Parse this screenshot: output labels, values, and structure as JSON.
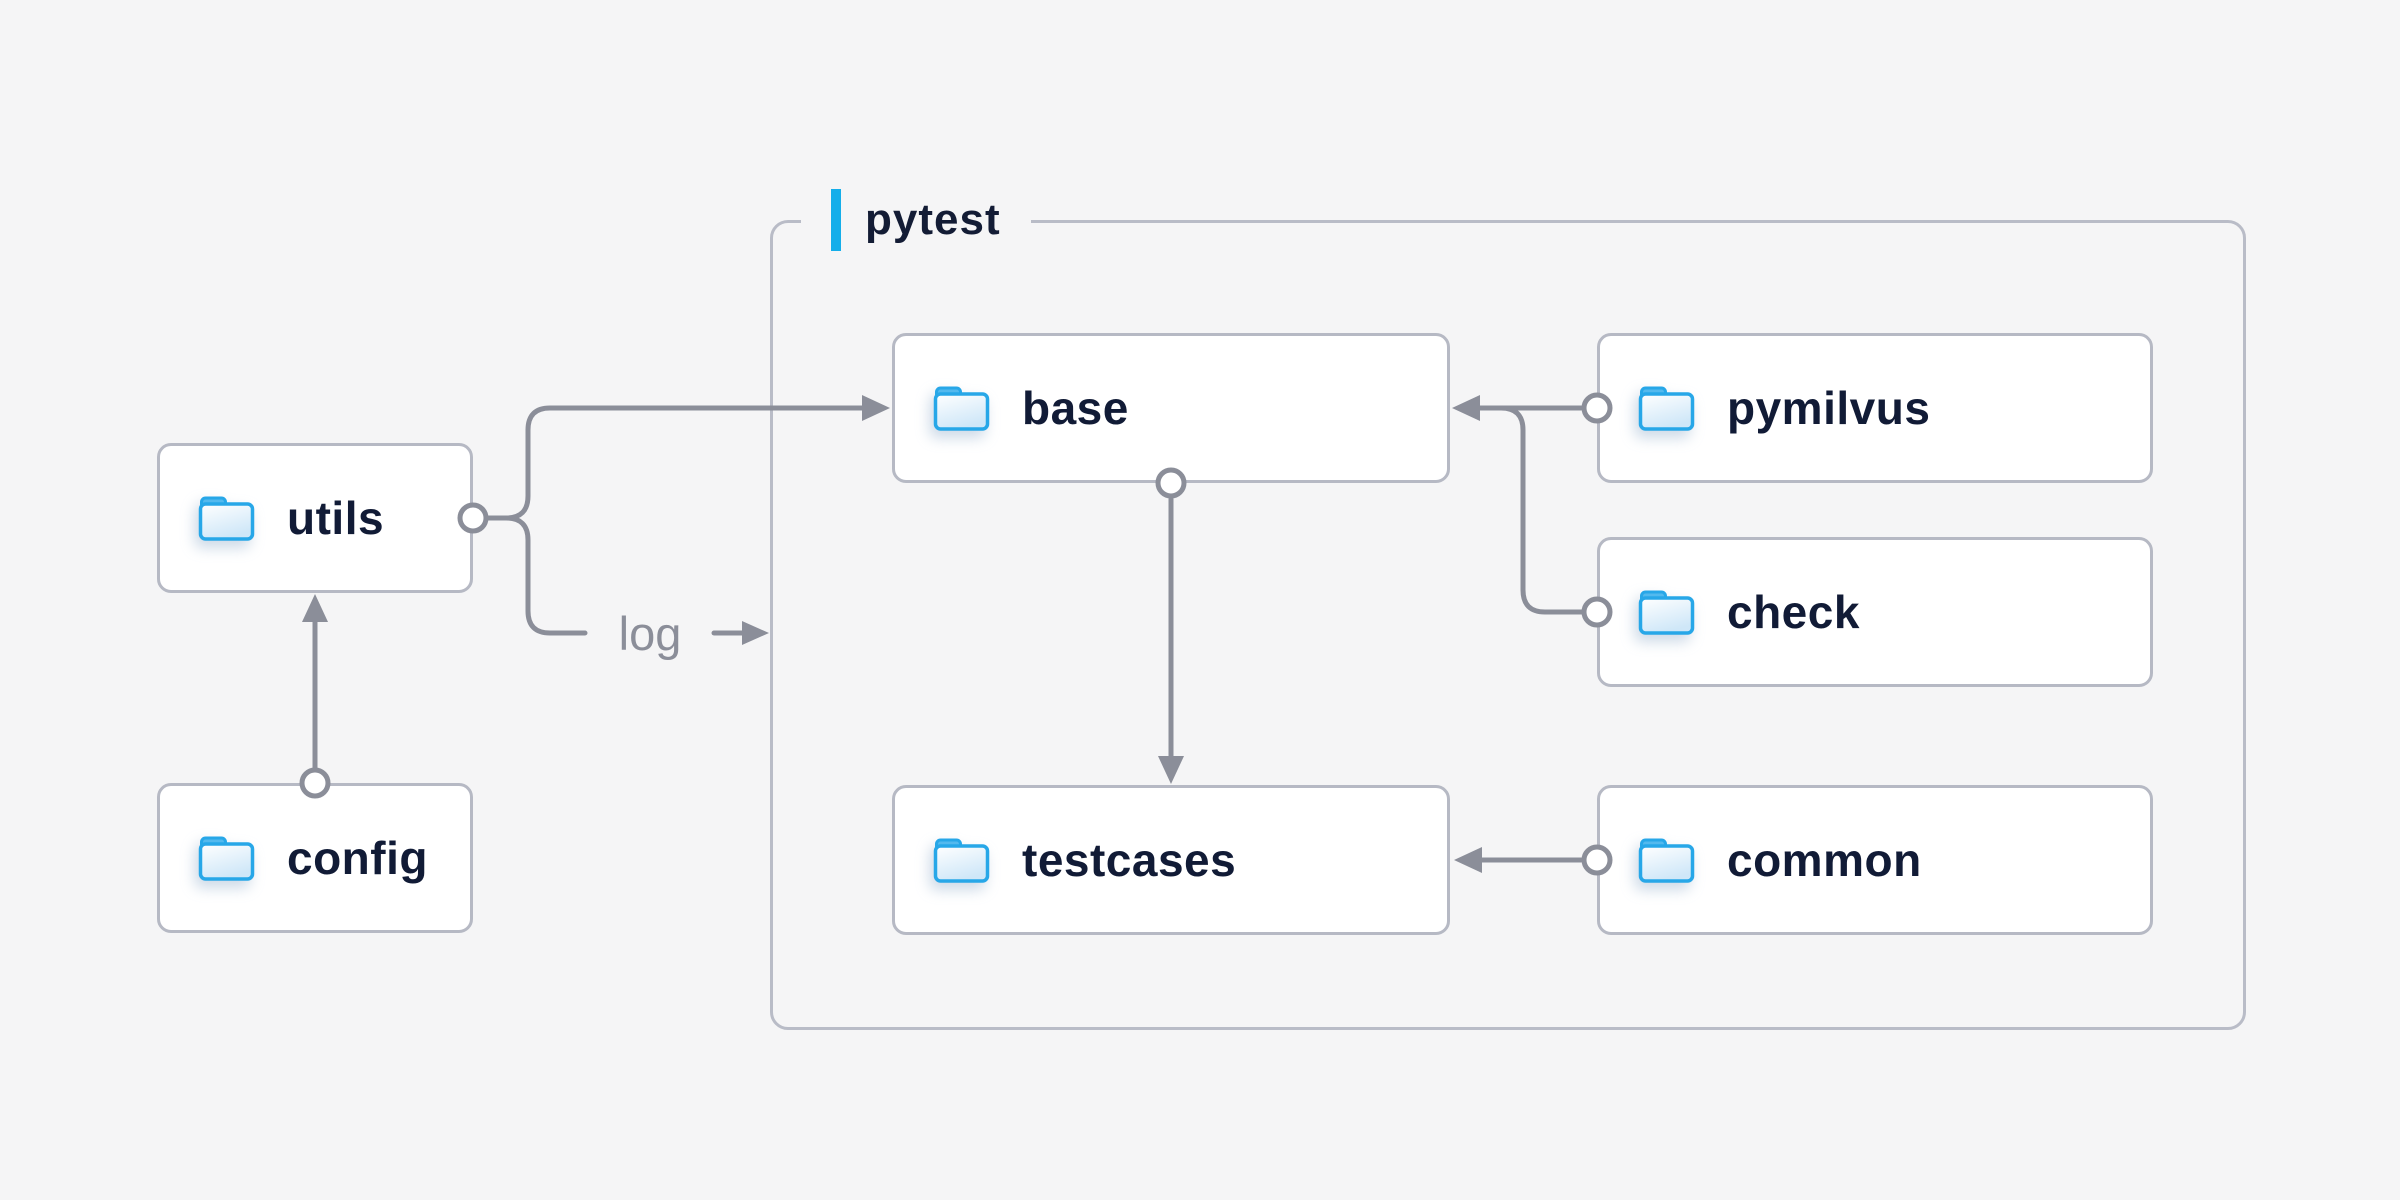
{
  "diagram": {
    "container_label": "pytest",
    "nodes": [
      {
        "id": "utils",
        "label": "utils"
      },
      {
        "id": "config",
        "label": "config"
      },
      {
        "id": "base",
        "label": "base"
      },
      {
        "id": "pymilvus",
        "label": "pymilvus"
      },
      {
        "id": "check",
        "label": "check"
      },
      {
        "id": "testcases",
        "label": "testcases"
      },
      {
        "id": "common",
        "label": "common"
      }
    ],
    "edges": [
      {
        "from": "config",
        "to": "utils"
      },
      {
        "from": "utils",
        "to": "base"
      },
      {
        "from": "utils",
        "to": "pytest",
        "label": "log"
      },
      {
        "from": "pymilvus",
        "to": "base"
      },
      {
        "from": "check",
        "to": "base"
      },
      {
        "from": "base",
        "to": "testcases"
      },
      {
        "from": "common",
        "to": "testcases"
      }
    ],
    "colors": {
      "background": "#f5f5f6",
      "node_fill": "#ffffff",
      "node_border": "#b6b9c4",
      "wire": "#8b8e99",
      "label_text": "#111b36",
      "accent_blue": "#14aeea",
      "folder_blue": "#27a7e8"
    }
  }
}
